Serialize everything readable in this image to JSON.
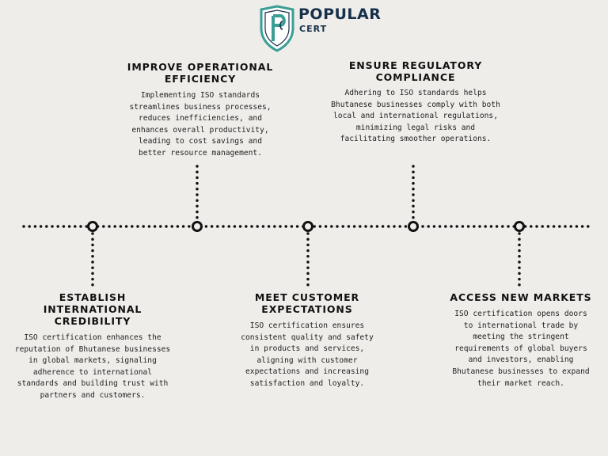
{
  "logo": {
    "name": "POPULAR",
    "sub": "CERT",
    "colors": {
      "teal": "#3b9e95",
      "navy": "#17304a"
    }
  },
  "milestones": [
    {
      "title_lines": [
        "IMPROVE OPERATIONAL",
        "EFFICIENCY"
      ],
      "description": "Implementing ISO standards streamlines business processes, reduces inefficiencies, and enhances overall productivity, leading to cost savings and better resource management.",
      "position": "top"
    },
    {
      "title_lines": [
        "ENSURE REGULATORY",
        "COMPLIANCE"
      ],
      "description": "Adhering to ISO standards helps Bhutanese businesses comply with both local and international regulations, minimizing legal risks and facilitating smoother operations.",
      "position": "top"
    },
    {
      "title_lines": [
        "ESTABLISH INTERNATIONAL",
        "CREDIBILITY"
      ],
      "description": "ISO certification enhances the reputation of Bhutanese businesses in global markets, signaling adherence to international standards and building trust with partners and customers.",
      "position": "bottom"
    },
    {
      "title_lines": [
        "MEET CUSTOMER",
        "EXPECTATIONS"
      ],
      "description": "ISO certification ensures consistent quality and safety in products and services, aligning with customer expectations and increasing satisfaction and loyalty.",
      "position": "bottom"
    },
    {
      "title_lines": [
        "ACCESS NEW MARKETS"
      ],
      "description": "ISO certification opens doors to international trade by meeting the stringent requirements of global buyers and investors, enabling Bhutanese businesses to expand their market reach.",
      "position": "bottom"
    }
  ],
  "colors": {
    "background": "#efedea",
    "line": "#111111"
  }
}
